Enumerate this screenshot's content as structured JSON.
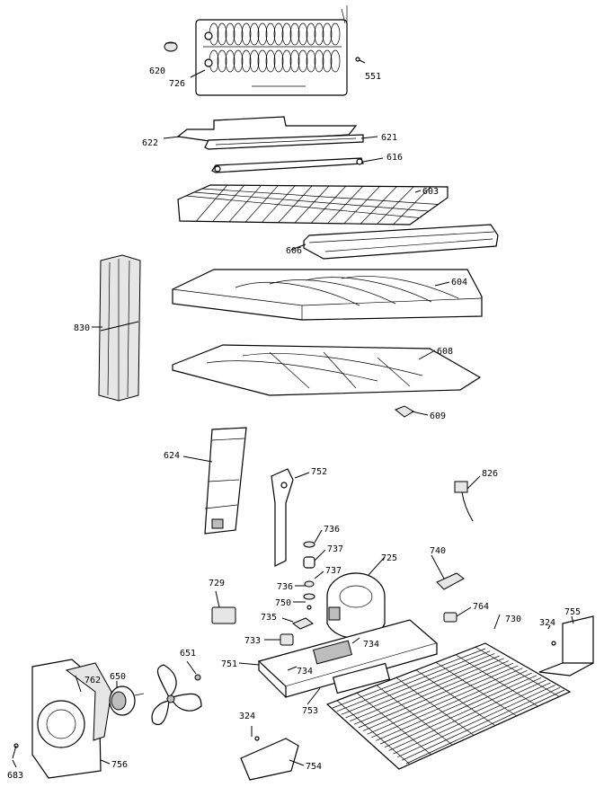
{
  "labels": [
    {
      "id": "620",
      "text": "620"
    },
    {
      "id": "726",
      "text": "726"
    },
    {
      "id": "551",
      "text": "551"
    },
    {
      "id": "622",
      "text": "622"
    },
    {
      "id": "621",
      "text": "621"
    },
    {
      "id": "616",
      "text": "616"
    },
    {
      "id": "603",
      "text": "603"
    },
    {
      "id": "606",
      "text": "606"
    },
    {
      "id": "604",
      "text": "604"
    },
    {
      "id": "830",
      "text": "830"
    },
    {
      "id": "608",
      "text": "608"
    },
    {
      "id": "609",
      "text": "609"
    },
    {
      "id": "624",
      "text": "624"
    },
    {
      "id": "752",
      "text": "752"
    },
    {
      "id": "826",
      "text": "826"
    },
    {
      "id": "736a",
      "text": "736"
    },
    {
      "id": "737a",
      "text": "737"
    },
    {
      "id": "740",
      "text": "740"
    },
    {
      "id": "737b",
      "text": "737"
    },
    {
      "id": "725",
      "text": "725"
    },
    {
      "id": "729",
      "text": "729"
    },
    {
      "id": "736b",
      "text": "736"
    },
    {
      "id": "750",
      "text": "750"
    },
    {
      "id": "735",
      "text": "735"
    },
    {
      "id": "764",
      "text": "764"
    },
    {
      "id": "730",
      "text": "730"
    },
    {
      "id": "324a",
      "text": "324"
    },
    {
      "id": "755",
      "text": "755"
    },
    {
      "id": "733",
      "text": "733"
    },
    {
      "id": "734a",
      "text": "734"
    },
    {
      "id": "751",
      "text": "751"
    },
    {
      "id": "734b",
      "text": "734"
    },
    {
      "id": "753",
      "text": "753"
    },
    {
      "id": "651",
      "text": "651"
    },
    {
      "id": "762",
      "text": "762"
    },
    {
      "id": "650",
      "text": "650"
    },
    {
      "id": "324b",
      "text": "324"
    },
    {
      "id": "756",
      "text": "756"
    },
    {
      "id": "754",
      "text": "754"
    },
    {
      "id": "683",
      "text": "683"
    }
  ]
}
